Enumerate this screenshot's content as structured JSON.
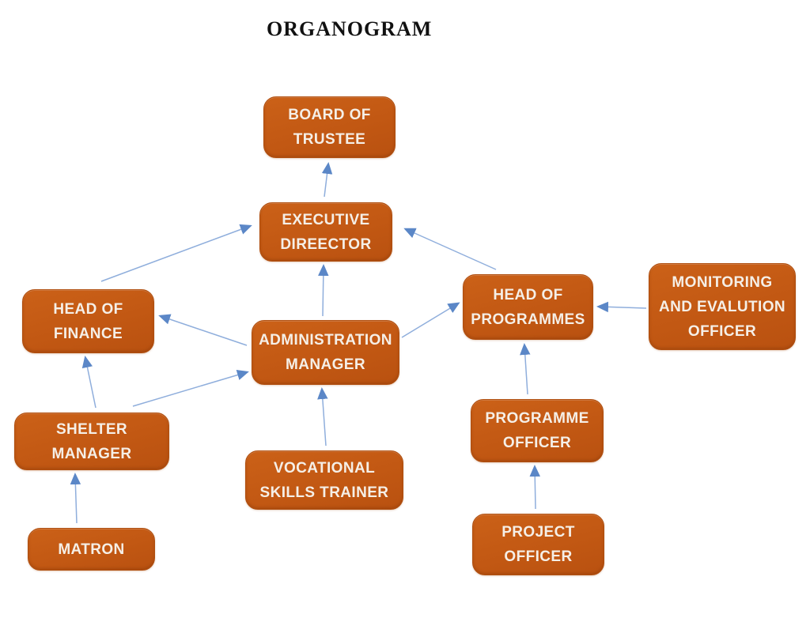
{
  "title": "ORGANOGRAM",
  "colors": {
    "background": "#FFFFFF",
    "box_fill": "#C55A11",
    "box_border": "#B04F10",
    "box_text": "#F5EFE7",
    "arrow_line": "#8FAEDC",
    "arrow_head": "#5B87C7",
    "title_text": "#111111"
  },
  "nodes": [
    {
      "id": "board-of-trustee",
      "lines": [
        "BOARD OF",
        "TRUSTEE"
      ]
    },
    {
      "id": "executive-director",
      "lines": [
        "EXECUTIVE",
        "DIREECTOR"
      ]
    },
    {
      "id": "head-of-finance",
      "lines": [
        "HEAD OF",
        "FINANCE"
      ]
    },
    {
      "id": "head-of-programmes",
      "lines": [
        "HEAD OF",
        "PROGRAMMES"
      ]
    },
    {
      "id": "monitoring-and-evalution-officer",
      "lines": [
        "MONITORING",
        "AND EVALUTION",
        "OFFICER"
      ]
    },
    {
      "id": "administration-manager",
      "lines": [
        "ADMINISTRATION",
        "MANAGER"
      ]
    },
    {
      "id": "shelter-manager",
      "lines": [
        "SHELTER",
        "MANAGER"
      ]
    },
    {
      "id": "vocational-skills-trainer",
      "lines": [
        "VOCATIONAL",
        "SKILLS TRAINER"
      ]
    },
    {
      "id": "programme-officer",
      "lines": [
        "PROGRAMME",
        "OFFICER"
      ]
    },
    {
      "id": "matron",
      "lines": [
        "MATRON"
      ]
    },
    {
      "id": "project-officer",
      "lines": [
        "PROJECT",
        "OFFICER"
      ]
    }
  ],
  "connections": [
    {
      "from": "executive-director",
      "to": "board-of-trustee"
    },
    {
      "from": "head-of-finance",
      "to": "executive-director"
    },
    {
      "from": "head-of-programmes",
      "to": "executive-director"
    },
    {
      "from": "administration-manager",
      "to": "executive-director"
    },
    {
      "from": "administration-manager",
      "to": "head-of-finance"
    },
    {
      "from": "administration-manager",
      "to": "head-of-programmes"
    },
    {
      "from": "monitoring-and-evalution-officer",
      "to": "head-of-programmes"
    },
    {
      "from": "shelter-manager",
      "to": "head-of-finance"
    },
    {
      "from": "shelter-manager",
      "to": "administration-manager"
    },
    {
      "from": "vocational-skills-trainer",
      "to": "administration-manager"
    },
    {
      "from": "matron",
      "to": "shelter-manager"
    },
    {
      "from": "project-officer",
      "to": "programme-officer"
    },
    {
      "from": "programme-officer",
      "to": "head-of-programmes"
    }
  ]
}
